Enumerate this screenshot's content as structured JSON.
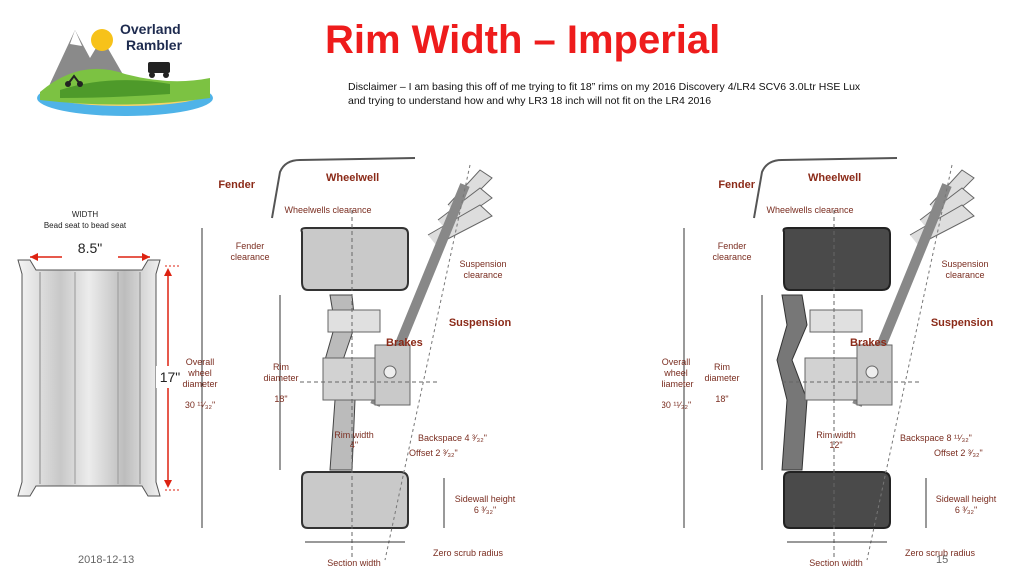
{
  "logo": {
    "line1": "Overland",
    "line2": "Rambler"
  },
  "title": "Rim Width – Imperial",
  "disclaimer": {
    "line1": "Disclaimer – I am basing this off of me trying to fit 18” rims on my 2016 Discovery 4/LR4 SCV6 3.0Ltr HSE Lux",
    "line2": "and trying to understand how and why LR3 18 inch will not fit on the LR4 2016"
  },
  "rim": {
    "width_caption": "WIDTH",
    "width_sub": "Bead seat to bead seat",
    "width_value": "8.5\"",
    "diameter_value": "17\""
  },
  "diagram_left": {
    "fender": "Fender",
    "wheelwell": "Wheelwell",
    "wheelwells_clearance": "Wheelwells clearance",
    "fender_clearance_1": "Fender",
    "fender_clearance_2": "clearance",
    "suspension_clearance_1": "Suspension",
    "suspension_clearance_2": "clearance",
    "suspension": "Suspension",
    "brakes": "Brakes",
    "overall_1": "Overall",
    "overall_2": "wheel",
    "overall_3": "diameter",
    "overall_value": "30 ¹¹⁄₃₂\"",
    "rim_diameter_1": "Rim",
    "rim_diameter_2": "diameter",
    "rim_diameter_value": "18\"",
    "rim_width": "Rim width",
    "rim_width_value": "4\"",
    "backspace": "Backspace 4 ³⁄₃₂\"",
    "offset": "Offset 2 ³⁄₃₂\"",
    "sidewall_height": "Sidewall height",
    "sidewall_value": "6 ³⁄₃₂\"",
    "zero_scrub": "Zero scrub radius",
    "section_width": "Section width"
  },
  "diagram_right": {
    "fender": "Fender",
    "wheelwell": "Wheelwell",
    "wheelwells_clearance": "Wheelwells clearance",
    "fender_clearance_1": "Fender",
    "fender_clearance_2": "clearance",
    "suspension_clearance_1": "Suspension",
    "suspension_clearance_2": "clearance",
    "suspension": "Suspension",
    "brakes": "Brakes",
    "overall_1": "Overall",
    "overall_2": "wheel",
    "overall_3": "diameter",
    "overall_value": "30 ¹¹⁄₃₂\"",
    "rim_diameter_1": "Rim",
    "rim_diameter_2": "diameter",
    "rim_diameter_value": "18\"",
    "rim_width": "Rim width",
    "rim_width_value": "12\"",
    "backspace": "Backspace 8 ¹¹⁄₃₂\"",
    "offset": "Offset 2 ³⁄₃₂\"",
    "sidewall_height": "Sidewall height",
    "sidewall_value": "6 ³⁄₃₂\"",
    "zero_scrub": "Zero scrub radius",
    "section_width": "Section width"
  },
  "footer": {
    "date": "2018-12-13",
    "page": "15"
  },
  "colors": {
    "title": "#ee1c1c",
    "label": "#7a2d20",
    "tire_light": "#c9c9c9",
    "tire_dark": "#4a4a4a"
  }
}
